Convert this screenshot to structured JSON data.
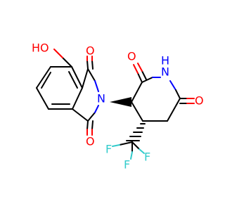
{
  "molecule": {
    "atom_colors": {
      "O": "#ff0000",
      "N": "#0000ff",
      "F": "#33cccc",
      "C": "#000000"
    },
    "labels": {
      "hydroxyl": "HO",
      "carbonyl_top": "O",
      "carbonyl_bottom": "O",
      "imide_n": "N",
      "amide_nh": "N",
      "amide_h": "H",
      "piperidine_o_top": "O",
      "piperidine_o_right": "O",
      "f1": "F",
      "f2": "F",
      "f3": "F"
    }
  }
}
